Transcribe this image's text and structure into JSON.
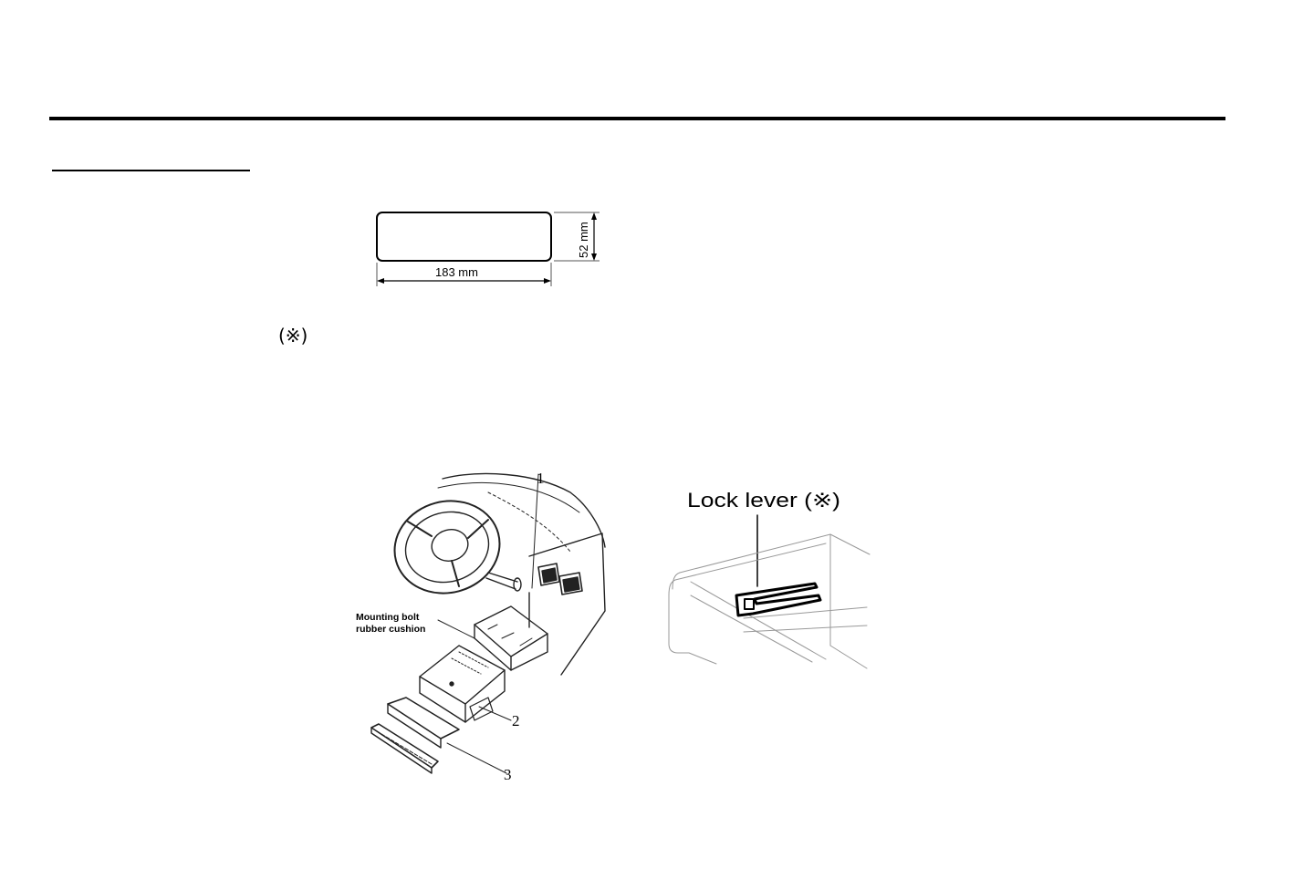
{
  "dimensions": {
    "width_label": "183 mm",
    "height_label": "52 mm"
  },
  "reference_mark": "(※)",
  "figure_install": {
    "callout_1": "1",
    "callout_2": "2",
    "callout_3": "3",
    "cushion_label_line1": "Mounting bolt",
    "cushion_label_line2": "rubber cushion"
  },
  "figure_lever": {
    "label": "Lock lever (※)"
  }
}
